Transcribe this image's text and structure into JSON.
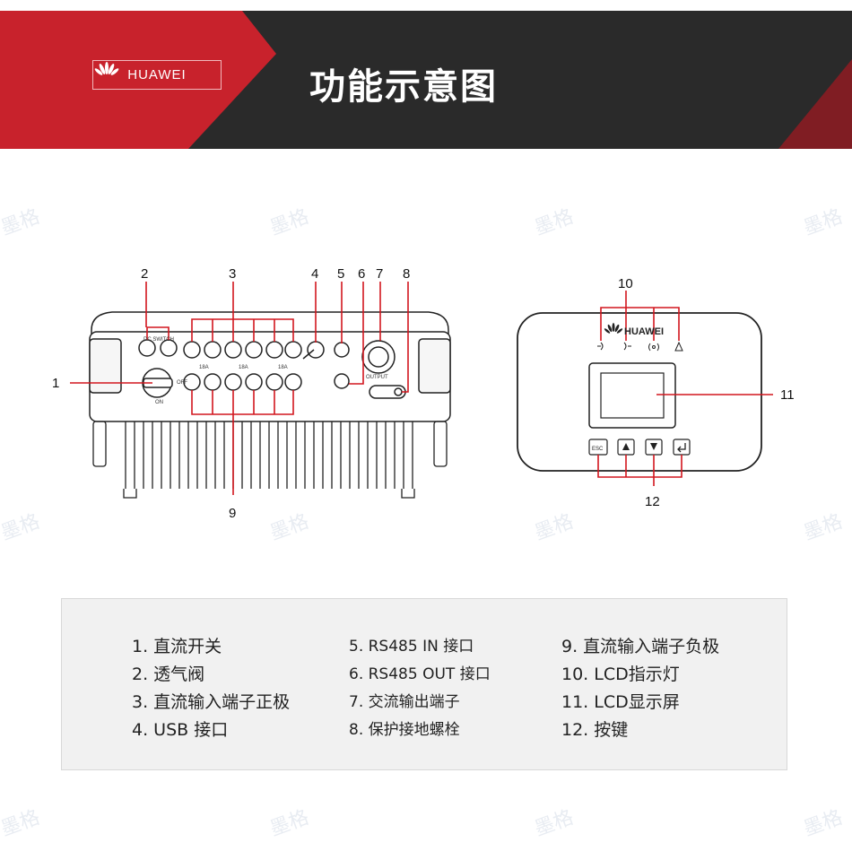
{
  "header": {
    "brand": "HUAWEI",
    "title": "功能示意图"
  },
  "colors": {
    "red": "#c8222c",
    "dark": "#2a2a2a",
    "legend_bg": "#f1f1f1"
  },
  "callouts": {
    "c1": "1",
    "c2": "2",
    "c3": "3",
    "c4": "4",
    "c5": "5",
    "c6": "6",
    "c7": "7",
    "c8": "8",
    "c9": "9",
    "c10": "10",
    "c11": "11",
    "c12": "12"
  },
  "device_labels": {
    "dc_switch": "DC SWITCH",
    "off": "OFF",
    "on": "ON",
    "rating_a": "18A",
    "rating_b": "18A",
    "rating_c": "18A",
    "output": "OUTPUT",
    "panel_brand": "HUAWEI",
    "esc": "ESC"
  },
  "legend": {
    "col1": [
      "1. 直流开关",
      "2. 透气阀",
      "3. 直流输入端子正极",
      "4. USB 接口"
    ],
    "col2": [
      "5. RS485 IN 接口",
      "6. RS485 OUT 接口",
      "7. 交流输出端子",
      "8. 保护接地螺栓"
    ],
    "col3": [
      "9. 直流输入端子负极",
      "10. LCD指示灯",
      "11. LCD显示屏",
      "12. 按键"
    ]
  },
  "watermark": "墨格"
}
